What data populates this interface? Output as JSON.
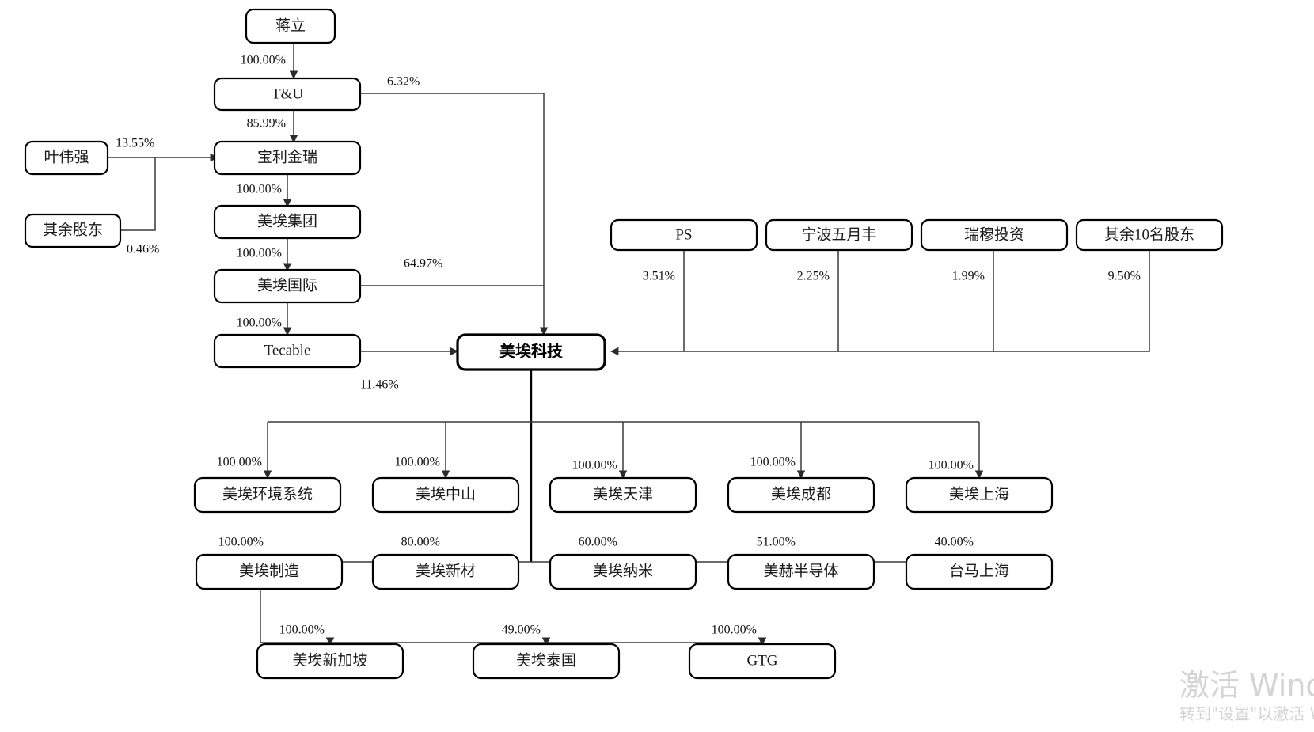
{
  "diagram": {
    "type": "ownership-structure-chart",
    "title_present": false,
    "nodes": {
      "jiangli": "蒋立",
      "tu": "T&U",
      "baolijinrui": "宝利金瑞",
      "meiaijituan": "美埃集团",
      "meiaiguoji": "美埃国际",
      "tecable": "Tecable",
      "yeweiqiang": "叶伟强",
      "qiyugudong": "其余股东",
      "ps": "PS",
      "ningbowuyuefeng": "宁波五月丰",
      "ruimutouzi": "瑞穆投资",
      "qiyu10minggudong": "其余10名股东",
      "meiaikeji": "美埃科技",
      "meiaihuanjingxitong": "美埃环境系统",
      "meiaizhongshan": "美埃中山",
      "meiaitianjin": "美埃天津",
      "meiaichengdu": "美埃成都",
      "meiaishanghai": "美埃上海",
      "meiaizhizao": "美埃制造",
      "meiaixincai": "美埃新材",
      "meiainami": "美埃纳米",
      "meihebandaoti": "美赫半导体",
      "taimashanghai": "台马上海",
      "meiaixinjiapo": "美埃新加坡",
      "meiaitaiguo": "美埃泰国",
      "gtg": "GTG"
    },
    "edges": {
      "jiangli_to_tu": "100.00%",
      "tu_to_baolijinrui": "85.99%",
      "tu_to_meiaikeji": "6.32%",
      "yeweiqiang_to_baolijinrui": "13.55%",
      "qiyugudong_to_baolijinrui": "0.46%",
      "baolijinrui_to_meiaijituan": "100.00%",
      "meiaijituan_to_meiaiguoji": "100.00%",
      "meiaiguoji_to_tecable": "100.00%",
      "meiaiguoji_to_meiaikeji": "64.97%",
      "tecable_to_meiaikeji": "11.46%",
      "ps_to_meiaikeji": "3.51%",
      "ningbowuyuefeng_to_meiaikeji": "2.25%",
      "ruimutouzi_to_meiaikeji": "1.99%",
      "qiyu10minggudong_to_meiaikeji": "9.50%",
      "meiaikeji_to_meiaihuanjingxitong": "100.00%",
      "meiaikeji_to_meiaizhongshan": "100.00%",
      "meiaikeji_to_meiaitianjin": "100.00%",
      "meiaikeji_to_meiaichengdu": "100.00%",
      "meiaikeji_to_meiaishanghai": "100.00%",
      "meiaikeji_to_meiaizhizao": "100.00%",
      "meiaikeji_to_meiaixincai": "80.00%",
      "meiaikeji_to_meiainami": "60.00%",
      "meiaikeji_to_meihebandaoti": "51.00%",
      "meiaikeji_to_taimashanghai": "40.00%",
      "meiaizhizao_to_meiaixinjiapo": "100.00%",
      "meiaizhizao_to_meiaitaiguo": "49.00%",
      "meiaizhizao_to_gtg": "100.00%"
    },
    "colors": {
      "box_stroke": "#000000",
      "box_fill": "#ffffff",
      "edge_stroke": "#3a3a3a",
      "text": "#1a1a1a",
      "watermark": "#d4d4d4"
    }
  },
  "watermark": {
    "line1": "激活 Windows",
    "line2": "转到\"设置\"以激活 Windows。"
  }
}
